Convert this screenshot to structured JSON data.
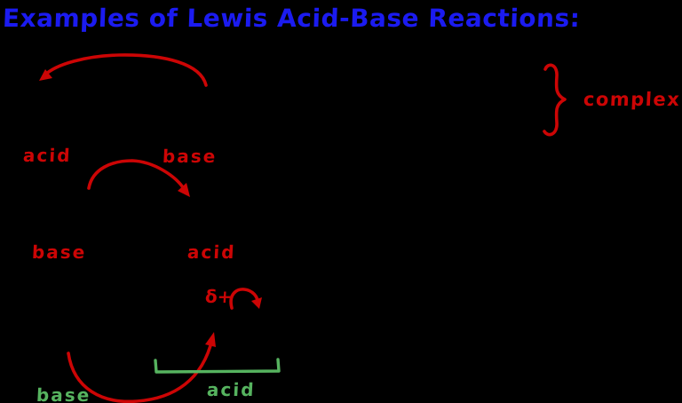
{
  "colors": {
    "background": "#000000",
    "blue": "#1b1bf0",
    "red": "#cc0505",
    "green": "#56b35f"
  },
  "title": {
    "text": "Examples of Lewis Acid-Base Reactions:"
  },
  "examples": [
    {
      "name": "example-1",
      "labels": {
        "acid": "acid",
        "base": "base",
        "complex": "complex"
      }
    },
    {
      "name": "example-2",
      "labels": {
        "base": "base",
        "acid": "acid"
      }
    },
    {
      "name": "example-3",
      "labels": {
        "delta_plus": "δ+",
        "base": "base",
        "acid": "acid"
      }
    }
  ]
}
